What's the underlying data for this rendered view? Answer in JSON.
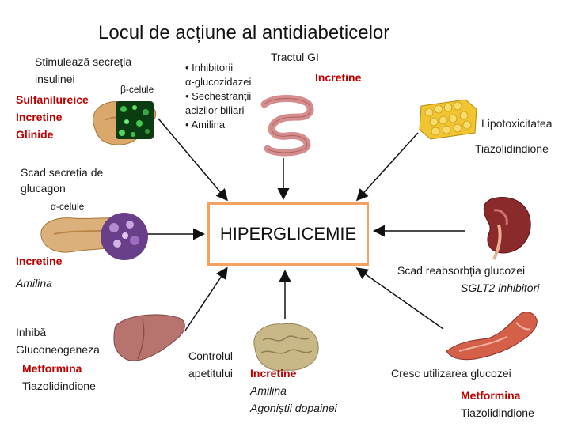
{
  "title": "Locul de acțiune al antidiabeticelor",
  "center": "HIPERGLICEMIE",
  "beta": {
    "line1": "Stimulează secreția",
    "line2": "insulinei",
    "cell_label": "β-celule",
    "drugs": [
      "Sulfanilureice",
      "Incretine",
      "Glinide"
    ]
  },
  "gi": {
    "header": "Tractul GI",
    "incretine": "Incretine",
    "items": [
      "• Inhibitorii",
      "α-glucozidazei",
      "• Sechestranții",
      "acizilor biliari",
      "• Amilina"
    ]
  },
  "fat": {
    "lipo": "Lipotoxicitatea",
    "drug": "Tiazolidindione"
  },
  "alpha": {
    "line1": "Scad secreția de",
    "line2": "glucagon",
    "cell_label": "α-celule",
    "drug1": "Incretine",
    "drug2": "Amilina"
  },
  "kidney": {
    "line1": "Scad reabsorbția glucozei",
    "line2": "SGLT2 inhibitori"
  },
  "liver": {
    "line1": "Inhibă",
    "line2": "Gluconeogeneza",
    "drug1": "Metformina",
    "drug2": "Tiazolidindione"
  },
  "brain": {
    "line1": "Controlul",
    "line2": "apetitului",
    "drug1": "Incretine",
    "drug2": "Amilina",
    "drug3": "Agoniștii dopainei"
  },
  "muscle": {
    "line1": "Cresc utilizarea glucozei",
    "drug1": "Metformina",
    "drug2": "Tiazolidindione"
  },
  "colors": {
    "arrow": "#111111",
    "box_border": "#f4a261",
    "drug_red": "#c00000"
  }
}
